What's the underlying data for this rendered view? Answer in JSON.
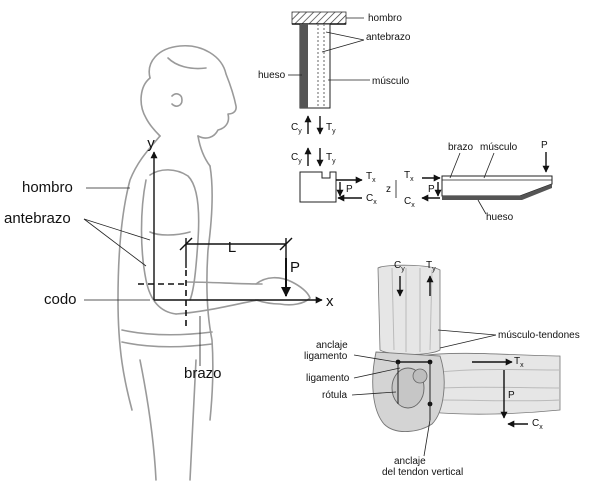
{
  "left_figure": {
    "labels": {
      "hombro": "hombro",
      "antebrazo": "antebrazo",
      "codo": "codo",
      "brazo": "brazo",
      "L": "L",
      "P": "P",
      "y_axis": "y",
      "x_axis": "x"
    }
  },
  "top_diagram": {
    "labels": {
      "hombro": "hombro",
      "antebrazo": "antebrazo",
      "hueso": "hueso",
      "musculo": "músculo",
      "Cy": "C",
      "Cy_sub": "y",
      "Ty": "T",
      "Ty_sub": "y"
    }
  },
  "mid_diagram": {
    "labels": {
      "Cy": "C",
      "Cy_sub": "y",
      "Ty": "T",
      "Ty_sub": "y",
      "Tx": "T",
      "Tx_sub": "x",
      "Cx": "C",
      "Cx_sub": "x",
      "P": "P"
    }
  },
  "beam_diagram": {
    "labels": {
      "Tx": "T",
      "Tx_sub": "x",
      "Cx": "C",
      "Cx_sub": "x",
      "z": "z",
      "P_left": "P",
      "P_top": "P",
      "brazo": "brazo",
      "musculo": "músculo",
      "hueso": "hueso"
    }
  },
  "elbow_diagram": {
    "labels": {
      "Cy": "C",
      "Cy_sub": "y",
      "Ty": "T",
      "Ty_sub": "y",
      "Tx": "T",
      "Tx_sub": "x",
      "Cx": "C",
      "Cx_sub": "x",
      "P": "P",
      "musculo_tendones": "músculo-tendones",
      "anclaje_ligamento_1": "anclaje",
      "anclaje_ligamento_2": "ligamento",
      "ligamento": "ligamento",
      "rotula": "rótula",
      "anclaje_tendon_1": "anclaje",
      "anclaje_tendon_2": "del tendon vertical"
    }
  }
}
